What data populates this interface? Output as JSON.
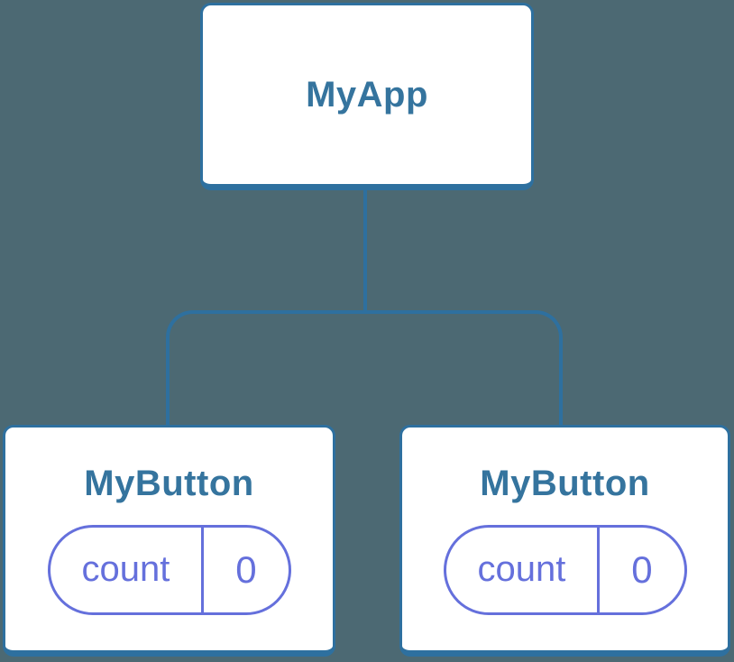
{
  "diagram": {
    "type": "component-tree",
    "root": {
      "label": "MyApp"
    },
    "children": [
      {
        "label": "MyButton",
        "state": {
          "key": "count",
          "value": "0"
        }
      },
      {
        "label": "MyButton",
        "state": {
          "key": "count",
          "value": "0"
        }
      }
    ]
  },
  "colors": {
    "canvas_bg": "#4C6973",
    "node_bg": "#FFFFFF",
    "line": "#2E709F",
    "title_text": "#35749E",
    "accent": "#6570DC"
  }
}
